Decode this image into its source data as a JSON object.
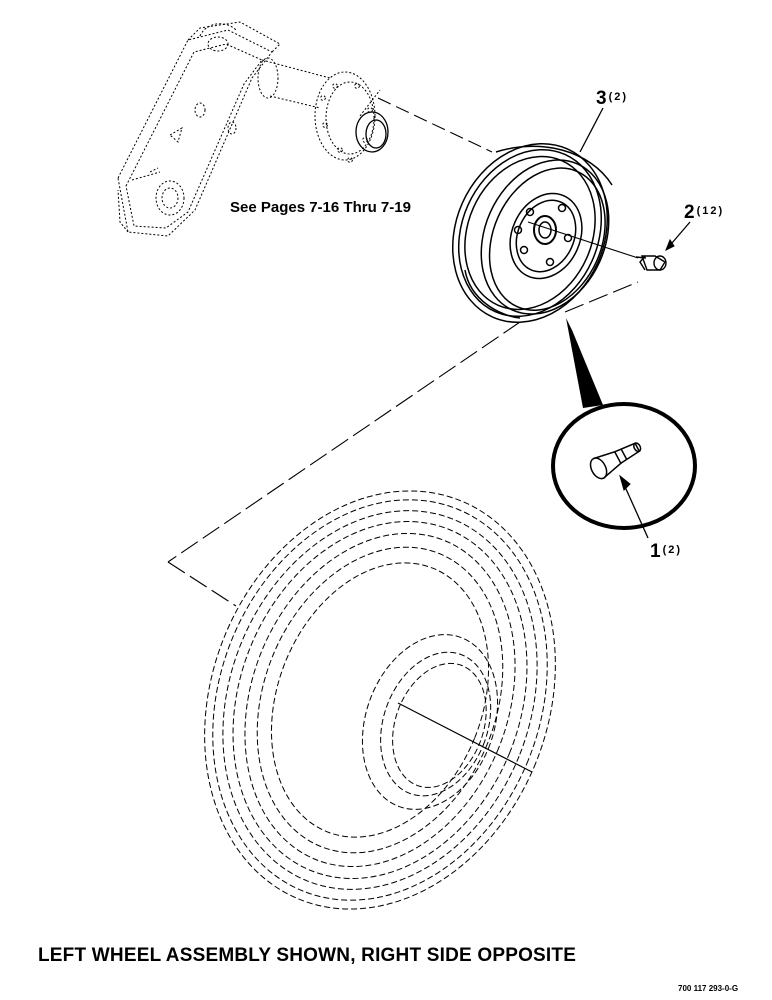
{
  "reference_note": "See Pages 7-16 Thru 7-19",
  "caption": "LEFT WHEEL ASSEMBLY SHOWN, RIGHT SIDE OPPOSITE",
  "drawing_number": "700 117 293-0-G",
  "callouts": [
    {
      "number": "3",
      "quantity": "(2)"
    },
    {
      "number": "2",
      "quantity": "(12)"
    },
    {
      "number": "1",
      "quantity": "(2)"
    }
  ],
  "colors": {
    "ink": "#000000",
    "paper": "#ffffff"
  }
}
